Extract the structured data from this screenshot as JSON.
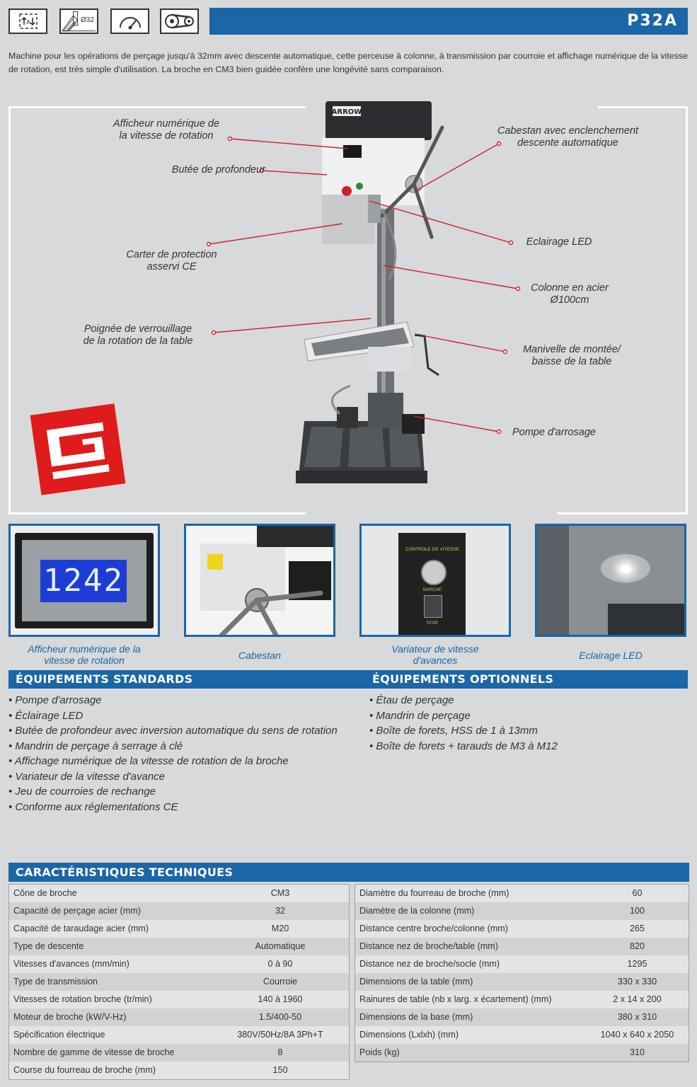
{
  "header": {
    "model": "P32A",
    "icon_capacity_text": "Ø32",
    "icons": [
      "auto-feed-icon",
      "drill-capacity-icon",
      "speed-gauge-icon",
      "belt-drive-icon"
    ]
  },
  "intro": "Machine pour les opérations de perçage jusqu'à 32mm avec descente automatique, cette perceuse à colonne, à transmission par courroie et affichage numérique de la vitesse de rotation, est très simple d'utilisation. La broche en CM3 bien guidée confère une longévité sans comparaison.",
  "machine_brand": "ARROW",
  "callouts": {
    "afficheur": "Afficheur numérique de\nla vitesse de rotation",
    "butee": "Butée de profondeur",
    "carter": "Carter de protection\nasservi CE",
    "poignee": "Poignée de verrouillage\nde la rotation de la table",
    "cabestan": "Cabestan avec enclenchement\ndescente automatique",
    "eclairage": "Eclairage LED",
    "colonne": "Colonne en acier\nØ100cm",
    "manivelle": "Manivelle de montée/\nbaisse de la table",
    "pompe": "Pompe d'arrosage"
  },
  "thumbnails": [
    {
      "caption": "Afficheur numérique de la\nvitesse de rotation",
      "display_value": "1242"
    },
    {
      "caption": "Cabestan"
    },
    {
      "caption": "Variateur de vitesse\nd'avances",
      "panel_title": "CONTROLE DE VITESSE",
      "panel_label_1": "MARCHE",
      "panel_label_2": "STOP"
    },
    {
      "caption": "Eclairage LED"
    }
  ],
  "standards": {
    "title": "ÉQUIPEMENTS STANDARDS",
    "items": [
      "• Pompe d'arrosage",
      "• Éclairage LED",
      "• Butée de profondeur avec inversion automatique du sens de rotation",
      "• Mandrin de perçage à serrage à clé",
      "• Affichage numérique de la vitesse de rotation de la broche",
      "• Variateur de la vitesse d'avance",
      "• Jeu de courroies de rechange",
      "• Conforme aux réglementations CE"
    ]
  },
  "optionnels": {
    "title": "ÉQUIPEMENTS OPTIONNELS",
    "items": [
      "• Étau de perçage",
      "• Mandrin de perçage",
      "• Boîte de forets, HSS de 1 à 13mm",
      "• Boîte de forets + tarauds de M3 à M12"
    ]
  },
  "specs": {
    "title": "CARACTÉRISTIQUES TECHNIQUES",
    "left": [
      [
        "Cône de broche",
        "CM3"
      ],
      [
        "Capacité de perçage acier (mm)",
        "32"
      ],
      [
        "Capacité de taraudage acier (mm)",
        "M20"
      ],
      [
        "Type de descente",
        "Automatique"
      ],
      [
        "Vitesses d'avances (mm/min)",
        "0 à 90"
      ],
      [
        "Type de transmission",
        "Courroie"
      ],
      [
        "Vitesses de rotation broche (tr/min)",
        "140 à 1960"
      ],
      [
        "Moteur de broche (kW/V-Hz)",
        "1.5/400-50"
      ],
      [
        "Spécification électrique",
        "380V/50Hz/8A 3Ph+T"
      ],
      [
        "Nombre de gamme de vitesse de broche",
        "8"
      ],
      [
        "Course du fourreau de broche (mm)",
        "150"
      ]
    ],
    "right": [
      [
        "Diamètre du fourreau de broche (mm)",
        "60"
      ],
      [
        "Diamètre de la colonne (mm)",
        "100"
      ],
      [
        "Distance centre broche/colonne (mm)",
        "265"
      ],
      [
        "Distance nez de broche/table (mm)",
        "820"
      ],
      [
        "Distance nez de broche/socle (mm)",
        "1295"
      ],
      [
        "Dimensions de la table (mm)",
        "330 x 330"
      ],
      [
        "Rainures de table (nb x larg. x écartement) (mm)",
        "2 x 14 x 200"
      ],
      [
        "Dimensions de la base (mm)",
        "380 x 310"
      ],
      [
        "Dimensions (Lxlxh) (mm)",
        "1040 x 640 x 2050"
      ],
      [
        "Poids (kg)",
        "310"
      ]
    ]
  },
  "colors": {
    "accent": "#1b66a6",
    "callout_line": "#d02030",
    "logo_red": "#e01b1b",
    "background": "#d7d9da"
  }
}
